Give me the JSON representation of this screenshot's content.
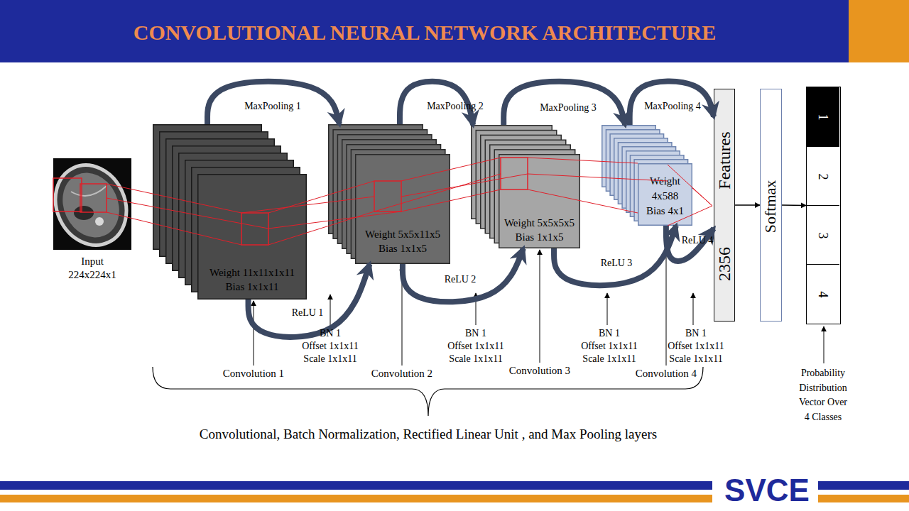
{
  "diagram": {
    "title": "CONVOLUTIONAL NEURAL NETWORK ARCHITECTURE",
    "nodes": [
      {
        "text": [
          "Input 224x224x1"
        ]
      },
      {
        "text": [
          "Weight 11x11x1x11",
          "Bias 1x1x11"
        ]
      },
      {
        "text": [
          "Weight 5x5x11x5",
          "Bias 1x1x5"
        ]
      },
      {
        "text": [
          "Weight 5x5x5x5",
          "Bias 1x1x5"
        ]
      },
      {
        "text": [
          "Weight 4x588",
          "Bias 4x1"
        ]
      },
      {
        "text": [
          "Features",
          "2356"
        ]
      },
      {
        "text": [
          "Softmax"
        ]
      },
      {
        "text": [
          "Probability Distribution Vector Over 4 Classes"
        ]
      },
      {
        "text": [
          "1"
        ],
        "in": 7
      },
      {
        "text": [
          "2"
        ],
        "in": 7
      },
      {
        "text": [
          "3"
        ],
        "in": 7
      },
      {
        "text": [
          "4"
        ],
        "in": 7
      }
    ],
    "edges": [
      {
        "from": 1,
        "to": 2,
        "arrow": "to",
        "label": "MaxPooling 1"
      },
      {
        "from": 1,
        "to": 2,
        "arrow": "to",
        "label": "ReLU 1"
      },
      {
        "from": 2,
        "to": 3,
        "arrow": "to",
        "label": "MaxPooling 2"
      },
      {
        "from": 2,
        "to": 3,
        "arrow": "to",
        "label": "ReLU 2"
      },
      {
        "from": 3,
        "to": 4,
        "arrow": "to",
        "label": "MaxPooling 3"
      },
      {
        "from": 3,
        "to": 4,
        "arrow": "to",
        "label": "ReLU 3"
      },
      {
        "from": 4,
        "to": 5,
        "arrow": "to",
        "label": "MaxPooling 4"
      },
      {
        "from": 4,
        "to": 5,
        "arrow": "to",
        "label": "ReLU 4"
      },
      {
        "from": 5,
        "to": 6,
        "arrow": "to"
      },
      {
        "from": 6,
        "to": 7,
        "arrow": "to"
      }
    ],
    "labels": [
      "Convolution 1",
      "BN 1",
      "Offset 1x1x11",
      "Scale 1x1x11",
      "Convolution 2",
      "BN 1",
      "Offset 1x1x11",
      "Scale 1x1x11",
      "Convolution 3",
      "BN 1",
      "Offset 1x1x11",
      "Scale 1x1x11",
      "Convolution 4",
      "BN 1",
      "Offset 1x1x11",
      "Scale 1x1x11",
      "Convolutional, Batch Normalization, Rectified Linear Unit , and Max Pooling layers",
      "SVCE"
    ]
  }
}
